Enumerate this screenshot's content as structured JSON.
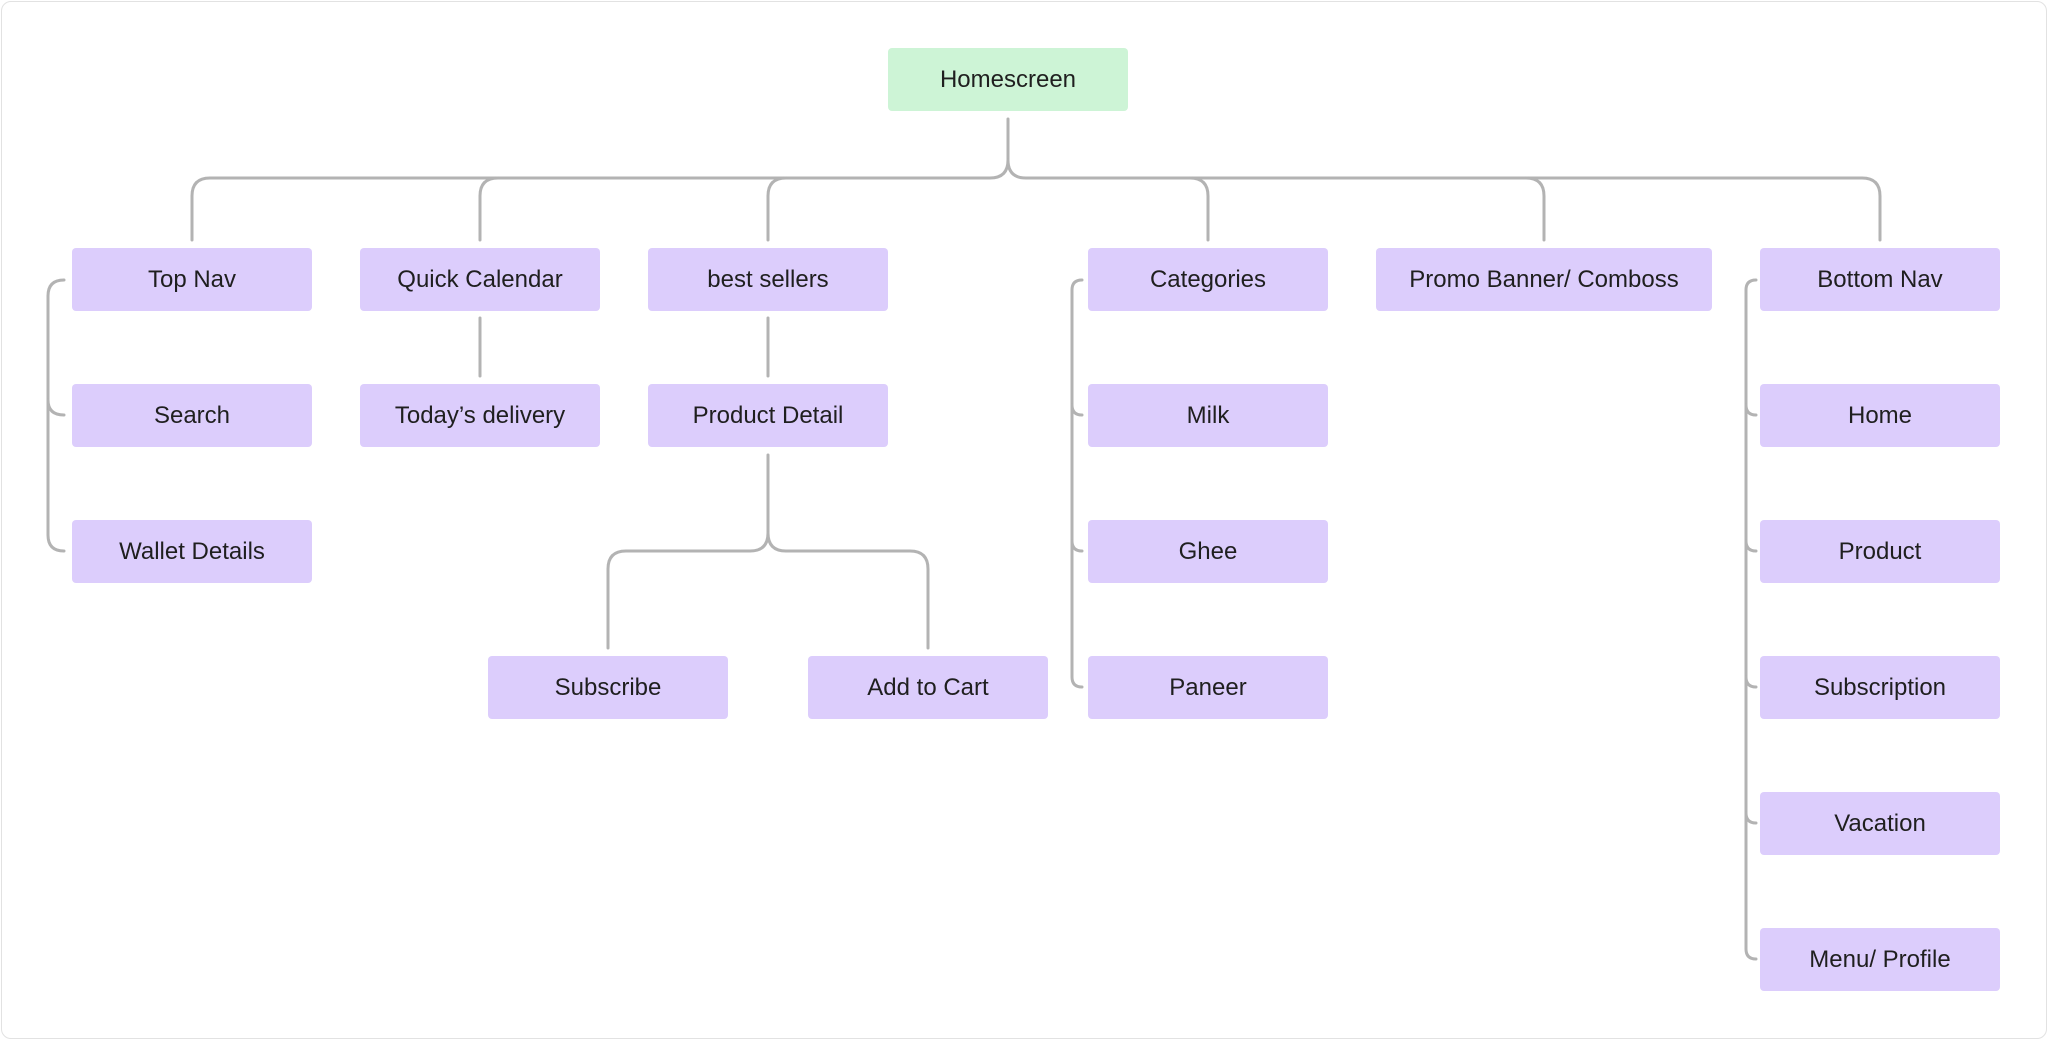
{
  "diagram": {
    "root": {
      "label": "Homescreen",
      "color": "#cdf4d6"
    },
    "node_color": "#dccdfc",
    "connector_color": "#b3b3b3",
    "branches": {
      "top_nav": {
        "label": "Top Nav",
        "children": [
          "Search",
          "Wallet Details"
        ]
      },
      "quick_calendar": {
        "label": "Quick Calendar",
        "children": [
          "Today’s delivery"
        ]
      },
      "best_sellers": {
        "label": "best sellers",
        "product_detail": {
          "label": "Product Detail",
          "children": [
            "Subscribe",
            "Add to Cart"
          ]
        }
      },
      "categories": {
        "label": "Categories",
        "children": [
          "Milk",
          "Ghee",
          "Paneer"
        ]
      },
      "promo": {
        "label": "Promo Banner/ Comboss"
      },
      "bottom_nav": {
        "label": "Bottom Nav",
        "children": [
          "Home",
          "Product",
          "Subscription",
          "Vacation",
          "Menu/ Profile"
        ]
      }
    }
  }
}
